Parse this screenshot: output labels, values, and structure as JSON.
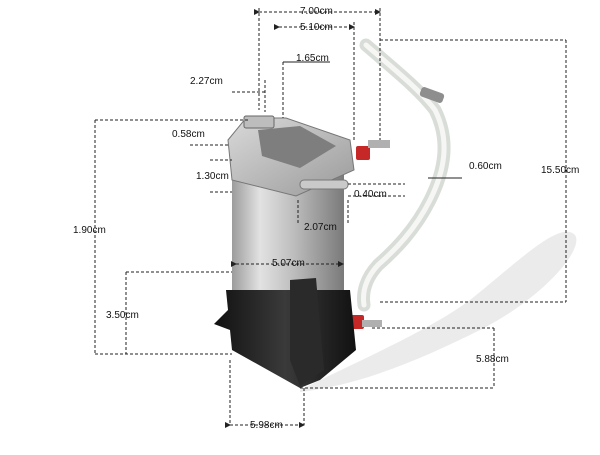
{
  "image": {
    "subject": "boiler heating element with silicone hose and black mounting base",
    "colors": {
      "background": "#ffffff",
      "metal_light": "#d6d6d6",
      "metal_dark": "#8a8a8a",
      "base_black": "#1e1e1e",
      "hose": "#e9ece8",
      "dim_line": "#222222",
      "terminal_red": "#c62828"
    }
  },
  "dimensions": {
    "d700": "7.00cm",
    "d510": "5.10cm",
    "d165": "1.65cm",
    "d227": "2.27cm",
    "d058": "0.58cm",
    "d130": "1.30cm",
    "d040": "0.40cm",
    "d060": "0.60cm",
    "d1550": "15.50cm",
    "d190": "1.90cm",
    "d207": "2.07cm",
    "d507": "5.07cm",
    "d350": "3.50cm",
    "d588": "5.88cm",
    "d598": "5.98cm"
  }
}
